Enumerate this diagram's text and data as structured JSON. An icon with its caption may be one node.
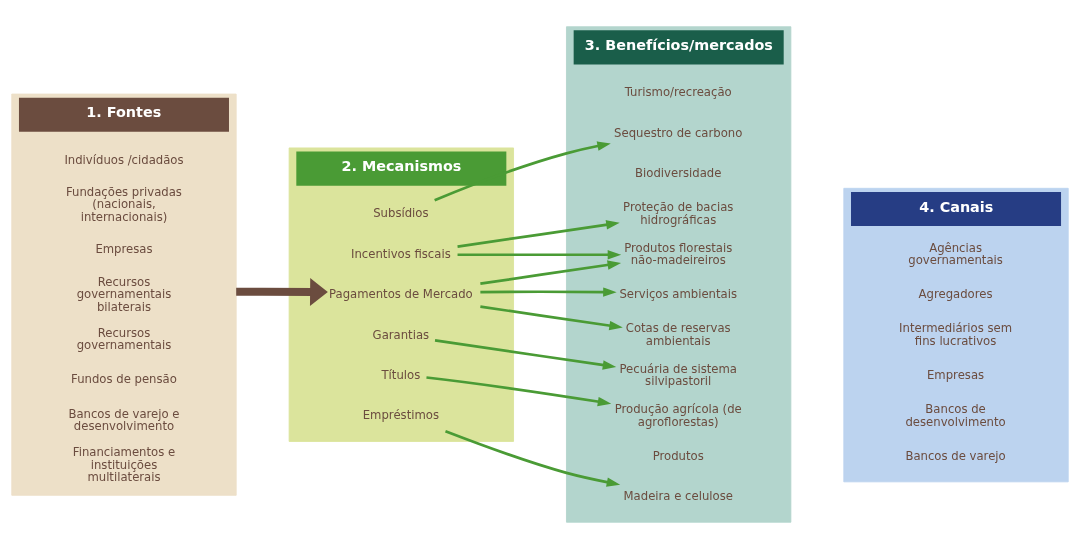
{
  "diagram": {
    "nodes": [
      {
        "text": [
          "1. Fontes"
        ]
      },
      {
        "text": [
          "Financiamentos e instituições multilaterais"
        ],
        "in": 0
      },
      {
        "text": [
          "Bancos de varejo e desenvolvimento"
        ],
        "in": 0
      },
      {
        "text": [
          "Fundos de pensão"
        ],
        "in": 0
      },
      {
        "text": [
          "Recursos governamentais"
        ],
        "in": 0
      },
      {
        "text": [
          "Recursos governamentais bilaterais"
        ],
        "in": 0
      },
      {
        "text": [
          "Empresas"
        ],
        "in": 0
      },
      {
        "text": [
          "Fundações privadas (nacionais, internacionais)"
        ],
        "in": 0
      },
      {
        "text": [
          "Indivíduos /cidadãos"
        ],
        "in": 0
      },
      {
        "text": [
          "2. Mecanismos"
        ]
      },
      {
        "text": [
          "Empréstimos"
        ],
        "in": 9
      },
      {
        "text": [
          "Títulos"
        ],
        "in": 9
      },
      {
        "text": [
          "Garantias"
        ],
        "in": 9
      },
      {
        "text": [
          "Pagamentos de Mercado"
        ],
        "in": 9
      },
      {
        "text": [
          "Incentivos fiscais"
        ],
        "in": 9
      },
      {
        "text": [
          "Subsídios"
        ],
        "in": 9
      },
      {
        "text": [
          "3. Benefícios/mercados"
        ]
      },
      {
        "text": [
          "Produtos"
        ],
        "in": 16
      },
      {
        "text": [
          "Madeira e celulose"
        ],
        "in": 16
      },
      {
        "text": [
          "Produção agrícola (de agroflorestas)"
        ],
        "in": 16
      },
      {
        "text": [
          "Pecuária de sistema silvipastoril"
        ],
        "in": 16
      },
      {
        "text": [
          "Produtos florestais não-madeireiros"
        ],
        "in": 16
      },
      {
        "text": [
          "Cotas de reservas ambientais"
        ],
        "in": 16
      },
      {
        "text": [
          "Serviços ambientais"
        ],
        "in": 16
      },
      {
        "text": [
          "Proteção de bacias hidrográficas"
        ],
        "in": 16
      },
      {
        "text": [
          "Sequestro de carbono"
        ],
        "in": 16
      },
      {
        "text": [
          "Biodiversidade"
        ],
        "in": 16
      },
      {
        "text": [
          "Turismo/recreação"
        ],
        "in": 16
      },
      {
        "text": [
          "4. Canais"
        ]
      },
      {
        "text": [
          "Bancos de desenvolvimento"
        ],
        "in": 28
      },
      {
        "text": [
          "Bancos de varejo"
        ],
        "in": 28
      },
      {
        "text": [
          "Empresas"
        ],
        "in": 28
      },
      {
        "text": [
          "Intermediários sem fins lucrativos"
        ],
        "in": 28
      },
      {
        "text": [
          "Agregadores"
        ],
        "in": 28
      },
      {
        "text": [
          "Agências governamentais"
        ],
        "in": 28
      }
    ],
    "edges": [
      {
        "from": 0,
        "to": 13,
        "arrow": "to",
        "style": "thick",
        "color": "#6b4c3f"
      },
      {
        "from": 10,
        "to": 18,
        "arrow": "to"
      },
      {
        "from": 11,
        "to": 19,
        "arrow": "to"
      },
      {
        "from": 12,
        "to": 20,
        "arrow": "to"
      },
      {
        "from": 13,
        "to": 21,
        "arrow": "to"
      },
      {
        "from": 14,
        "to": 21,
        "arrow": "to"
      },
      {
        "from": 13,
        "to": 22,
        "arrow": "to"
      },
      {
        "from": 13,
        "to": 23,
        "arrow": "to"
      },
      {
        "from": 14,
        "to": 24,
        "arrow": "to"
      },
      {
        "from": 15,
        "to": 25,
        "arrow": "to"
      }
    ]
  }
}
